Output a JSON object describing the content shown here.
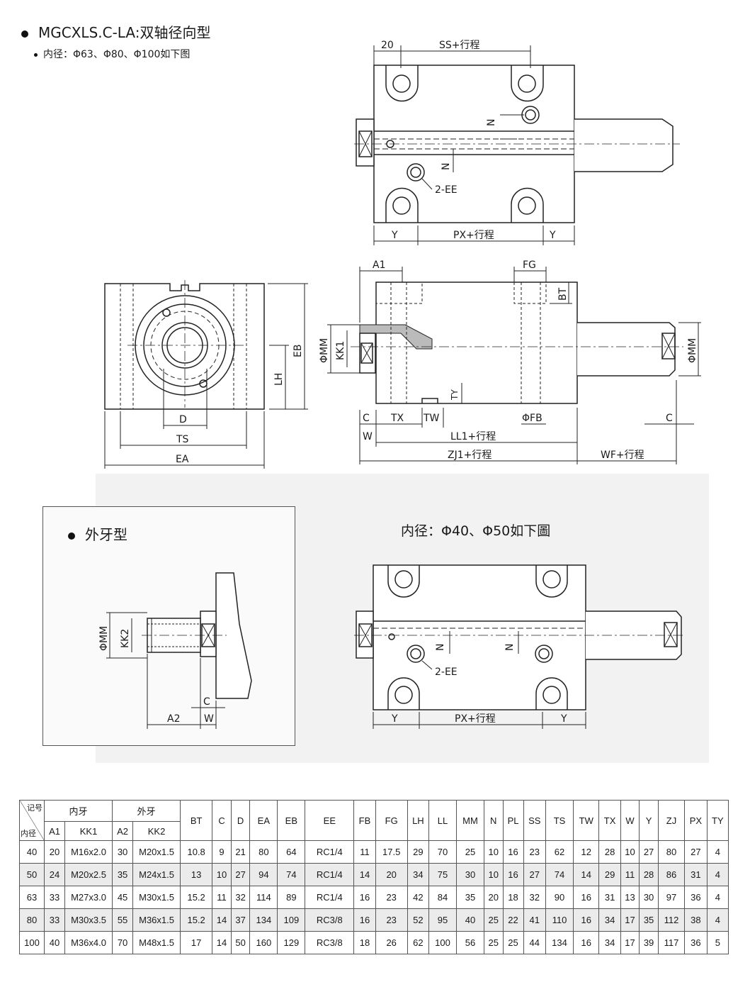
{
  "header": {
    "title": "MGCXLS.C-LA:双轴径向型",
    "subtitle": "内径：Φ63、Φ80、Φ100如下图"
  },
  "drawing_top": {
    "dim_20": "20",
    "dim_ss": "SS+行程",
    "label_n1": "N",
    "label_n2": "N",
    "label_ee": "2-EE",
    "dim_y_left": "Y",
    "dim_px": "PX+行程",
    "dim_y_right": "Y"
  },
  "drawing_front": {
    "dim_d": "D",
    "dim_ts": "TS",
    "dim_ea": "EA",
    "dim_lh": "LH",
    "dim_eb": "EB"
  },
  "drawing_side": {
    "dim_a1": "A1",
    "dim_fg": "FG",
    "dim_bt": "BT",
    "dim_mm_left": "ΦMM",
    "dim_kk1": "KK1",
    "dim_mm_right": "ΦMM",
    "dim_ty": "TY",
    "dim_c_left": "C",
    "dim_tx": "TX",
    "dim_tw": "TW",
    "dim_fb": "ΦFB",
    "dim_c_right": "C",
    "dim_w": "W",
    "dim_ll1": "LL1+行程",
    "dim_zj1": "ZJ1+行程",
    "dim_wf": "WF+行程"
  },
  "external": {
    "title": "外牙型",
    "dim_mm": "ΦMM",
    "dim_kk2": "KK2",
    "dim_c": "C",
    "dim_a2": "A2",
    "dim_w": "W"
  },
  "small_bore": {
    "title": "内径：Φ40、Φ50如下圖",
    "label_n1": "N",
    "label_n2": "N",
    "label_ee": "2-EE",
    "dim_y_left": "Y",
    "dim_px": "PX+行程",
    "dim_y_right": "Y"
  },
  "table": {
    "corner_top": "记号",
    "corner_bottom": "内径",
    "group_inner": "内牙",
    "group_outer": "外牙",
    "sub_inner": [
      "A1",
      "KK1"
    ],
    "sub_outer": [
      "A2",
      "KK2"
    ],
    "columns": [
      "BT",
      "C",
      "D",
      "EA",
      "EB",
      "EE",
      "FB",
      "FG",
      "LH",
      "LL",
      "MM",
      "N",
      "PL",
      "SS",
      "TS",
      "TW",
      "TX",
      "W",
      "Y",
      "ZJ",
      "PX",
      "TY"
    ],
    "rows": [
      [
        "40",
        "20",
        "M16x2.0",
        "30",
        "M20x1.5",
        "10.8",
        "9",
        "21",
        "80",
        "64",
        "RC1/4",
        "11",
        "17.5",
        "29",
        "70",
        "25",
        "10",
        "16",
        "23",
        "62",
        "12",
        "28",
        "10",
        "27",
        "80",
        "27",
        "4"
      ],
      [
        "50",
        "24",
        "M20x2.5",
        "35",
        "M24x1.5",
        "13",
        "10",
        "27",
        "94",
        "74",
        "RC1/4",
        "14",
        "20",
        "34",
        "75",
        "30",
        "10",
        "16",
        "27",
        "74",
        "14",
        "29",
        "11",
        "28",
        "86",
        "31",
        "4"
      ],
      [
        "63",
        "33",
        "M27x3.0",
        "45",
        "M30x1.5",
        "15.2",
        "11",
        "32",
        "114",
        "89",
        "RC1/4",
        "16",
        "23",
        "42",
        "84",
        "35",
        "20",
        "18",
        "32",
        "90",
        "16",
        "31",
        "13",
        "30",
        "97",
        "36",
        "4"
      ],
      [
        "80",
        "33",
        "M30x3.5",
        "55",
        "M36x1.5",
        "15.2",
        "14",
        "37",
        "134",
        "109",
        "RC3/8",
        "16",
        "23",
        "52",
        "95",
        "40",
        "25",
        "22",
        "41",
        "110",
        "16",
        "34",
        "17",
        "35",
        "112",
        "38",
        "4"
      ],
      [
        "100",
        "40",
        "M36x4.0",
        "70",
        "M48x1.5",
        "17",
        "14",
        "50",
        "160",
        "129",
        "RC3/8",
        "18",
        "26",
        "62",
        "100",
        "56",
        "25",
        "25",
        "44",
        "134",
        "16",
        "34",
        "17",
        "39",
        "117",
        "36",
        "5"
      ]
    ]
  }
}
